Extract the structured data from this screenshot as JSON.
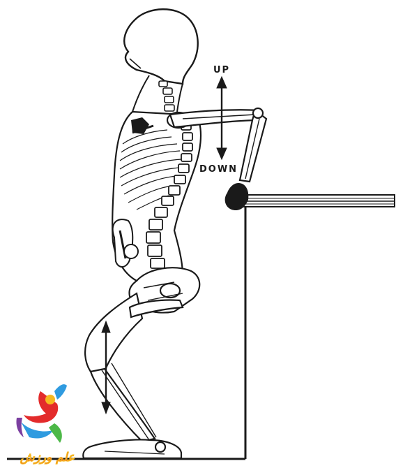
{
  "labels": {
    "up": "UP",
    "down": "DOWN"
  },
  "logo": {
    "text": "علم ورزش",
    "colors": [
      "#e32b2b",
      "#f6b820",
      "#2f9be0",
      "#4cb847",
      "#7b3fa0"
    ]
  },
  "colors": {
    "ink": "#1a1a1a",
    "rib_fill": "#bdbdbd",
    "background": "#ffffff"
  }
}
